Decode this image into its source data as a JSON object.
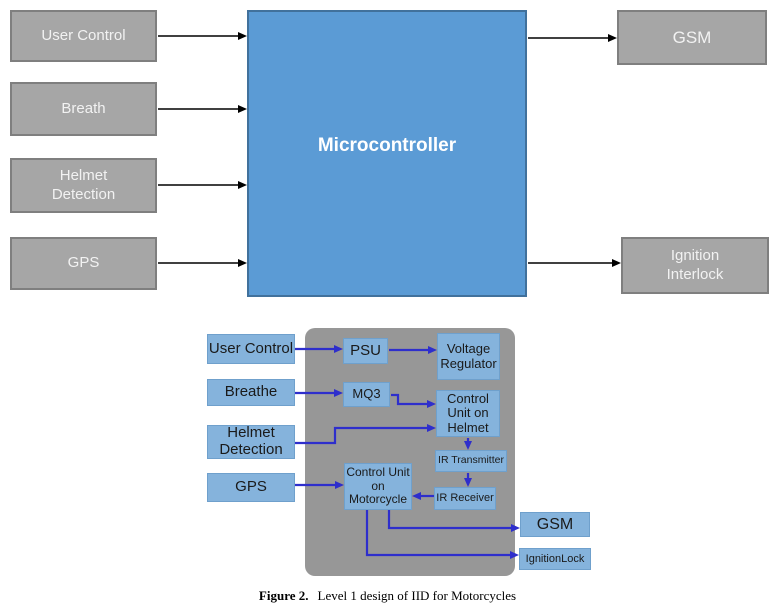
{
  "caption": {
    "label": "Figure 2.",
    "text": "Level 1 design of IID for Motorcycles"
  },
  "colors": {
    "microcontroller_blue": "#5B9BD5",
    "microcontroller_border": "#41719C",
    "gray_box": "#A6A6A6",
    "gray_box_border": "#7F7F7F",
    "panel_gray": "#979797",
    "light_blue_box": "#85B3DC",
    "light_blue_border": "#6FA0CC",
    "arrow_black": "#000000",
    "arrow_blue": "#2E2ECC",
    "box_text_light": "#F2F2F2",
    "box_text_dark": "#1A1A1A"
  },
  "level0": {
    "inputs": [
      {
        "label": "User Control"
      },
      {
        "label": "Breath"
      },
      {
        "label": "Helmet Detection"
      },
      {
        "label": "GPS"
      }
    ],
    "controller": {
      "label": "Microcontroller"
    },
    "outputs": [
      {
        "label": "GSM"
      },
      {
        "label": "Ignition Interlock"
      }
    ]
  },
  "level1": {
    "sources": [
      {
        "label": "User Control"
      },
      {
        "label": "Breathe"
      },
      {
        "label": "Helmet Detection"
      },
      {
        "label": "GPS"
      }
    ],
    "modules": [
      {
        "label": "PSU"
      },
      {
        "label": "MQ3"
      },
      {
        "label": "Voltage Regulator"
      },
      {
        "label": "Control Unit on Helmet"
      },
      {
        "label": "IR Transmitter"
      },
      {
        "label": "IR Receiver"
      },
      {
        "label": "Control Unit on Motorcycle"
      }
    ],
    "outputs": [
      {
        "label": "GSM"
      },
      {
        "label": "IgnitionLock"
      }
    ]
  }
}
